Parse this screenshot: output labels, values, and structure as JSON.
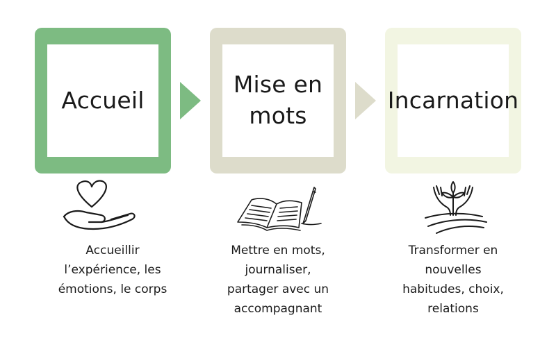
{
  "colors": {
    "step1": "#7dbb82",
    "step2": "#dddccb",
    "step3": "#f2f5e2"
  },
  "steps": [
    {
      "title": "Accueil",
      "icon": "heart-in-hand-icon",
      "description_lines": [
        "Accueillir",
        "l’expérience, les",
        "émotions, le corps"
      ]
    },
    {
      "title_lines": [
        "Mise en",
        "mots"
      ],
      "icon": "notebook-pen-icon",
      "description_lines": [
        "Mettre en mots,",
        "journaliser,",
        "partager avec un",
        "accompagnant"
      ]
    },
    {
      "title": "Incarnation",
      "icon": "hands-sprout-icon",
      "description_lines": [
        "Transformer en",
        "nouvelles",
        "habitudes, choix,",
        "relations"
      ]
    }
  ]
}
